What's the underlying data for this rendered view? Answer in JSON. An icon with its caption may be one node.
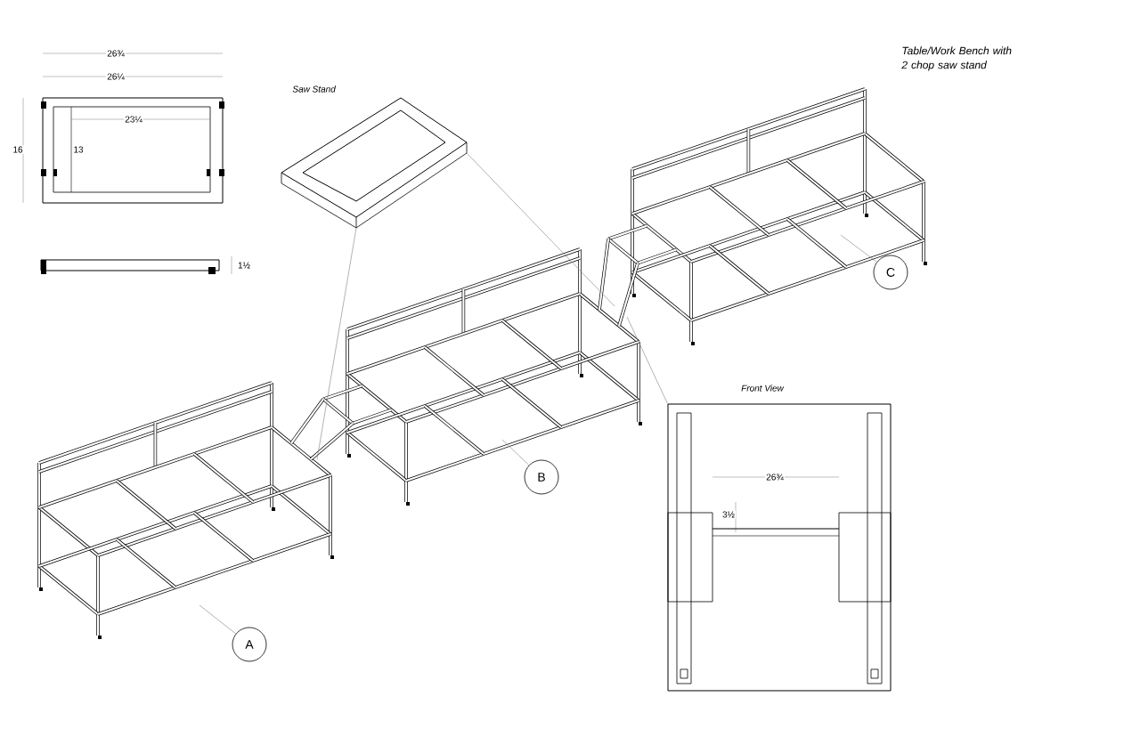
{
  "diagram": {
    "title": "Table/Work Bench with 2 chop saw stand",
    "nodes": [
      {
        "text": [
          "Saw Stand"
        ]
      },
      {
        "text": [
          "Front View"
        ]
      },
      {
        "text": [
          "A"
        ]
      },
      {
        "text": [
          "B"
        ]
      },
      {
        "text": [
          "C"
        ]
      }
    ],
    "edges": [
      {
        "from": 0,
        "to": null,
        "arrow": "none"
      },
      {
        "from": 0,
        "to": null,
        "arrow": "none"
      },
      {
        "from": 1,
        "to": null,
        "arrow": "none"
      },
      {
        "from": 2,
        "to": null,
        "arrow": "none"
      },
      {
        "from": 3,
        "to": null,
        "arrow": "none"
      },
      {
        "from": 4,
        "to": null,
        "arrow": "none"
      }
    ],
    "labels": [
      "26¾",
      "26¼",
      "23¼",
      "16",
      "13",
      "1½",
      "26¾",
      "3½"
    ]
  }
}
